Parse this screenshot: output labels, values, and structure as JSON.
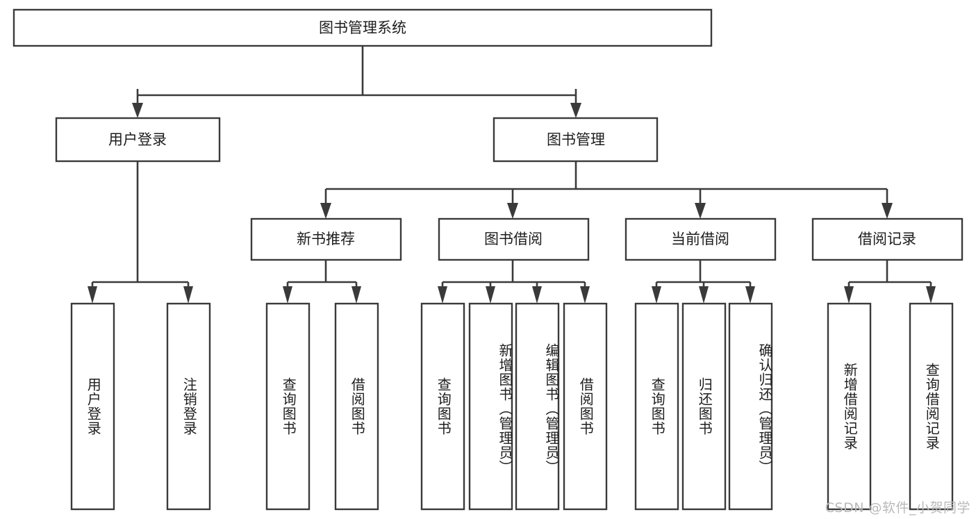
{
  "diagram": {
    "title": "图书管理系统",
    "type": "tree",
    "watermark": "CSDN @软件_小贺同学",
    "colors": {
      "box_stroke": "#3a3a3a",
      "box_fill": "#ffffff",
      "connector": "#3a3a3a",
      "text": "#1d1d1d",
      "watermark": "#b9b9b9",
      "background": "#ffffff"
    },
    "root": {
      "label": "图书管理系统"
    },
    "level2": [
      {
        "label": "用户登录"
      },
      {
        "label": "图书管理"
      }
    ],
    "level3": [
      {
        "label": "新书推荐"
      },
      {
        "label": "图书借阅"
      },
      {
        "label": "当前借阅"
      },
      {
        "label": "借阅记录"
      }
    ],
    "leaves": {
      "user_login": [
        {
          "label": "用户登录"
        },
        {
          "label": "注销登录"
        }
      ],
      "new_book": [
        {
          "label": "查询图书"
        },
        {
          "label": "借阅图书"
        }
      ],
      "book_borrow": [
        {
          "label": "查询图书"
        },
        {
          "label": "新增图书（管理员）"
        },
        {
          "label": "编辑图书（管理员）"
        },
        {
          "label": "借阅图书"
        }
      ],
      "current_borrow": [
        {
          "label": "查询图书"
        },
        {
          "label": "归还图书"
        },
        {
          "label": "确认归还（管理员）"
        }
      ],
      "borrow_record": [
        {
          "label": "新增借阅记录"
        },
        {
          "label": "查询借阅记录"
        }
      ]
    }
  }
}
